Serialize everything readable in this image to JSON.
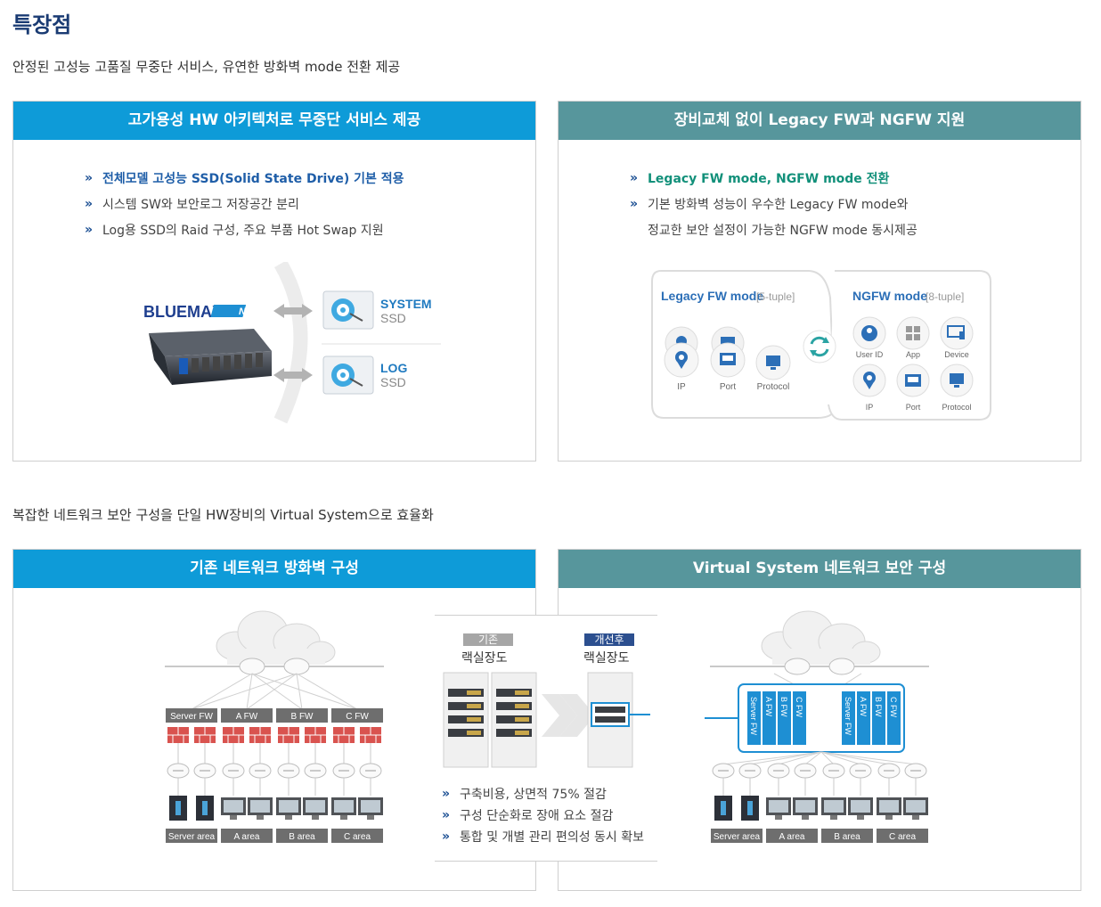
{
  "page": {
    "title": "특장점",
    "intro1": "안정된 고성능 고품질 무중단 서비스, 유연한 방화벽 mode 전환 제공",
    "intro2": "복잡한 네트워크 보안 구성을 단일 HW장비의 Virtual System으로 효율화"
  },
  "panel_ha": {
    "header": "고가용성 HW 아키텍처로 무중단 서비스 제공",
    "bullets": [
      "전체모델 고성능 SSD(Solid State Drive) 기본 적용",
      "시스템 SW와 보안로그 저장공간 분리",
      "Log용 SSD의 Raid 구성, 주요 부품 Hot Swap 지원"
    ],
    "logo": "BLUEMAX",
    "logo_badge": "NGF",
    "ssd1_line1": "SYSTEM",
    "ssd1_line2": "SSD",
    "ssd2_line1": "LOG",
    "ssd2_line2": "SSD"
  },
  "panel_mode": {
    "header": "장비교체 없이 Legacy FW과 NGFW 지원",
    "bullets": [
      "Legacy FW mode, NGFW mode 전환",
      "기본 방화벽 성능이 우수한 Legacy FW mode와",
      "정교한 보안 설정이 가능한 NGFW mode 동시제공"
    ],
    "legacy_title": "Legacy FW mode",
    "legacy_tuple": "[5-tuple]",
    "ngfw_title": "NGFW mode",
    "ngfw_tuple": "[8-tuple]",
    "legacy_icons": [
      "IP",
      "Port",
      "Protocol"
    ],
    "ngfw_icons_top": [
      "User ID",
      "App",
      "Device"
    ],
    "ngfw_icons_bottom": [
      "IP",
      "Port",
      "Protocol"
    ]
  },
  "panel_legacy_net": {
    "header": "기존 네트워크 방화벽 구성",
    "fw_labels": [
      "Server FW",
      "A FW",
      "B FW",
      "C FW"
    ],
    "area_labels": [
      "Server area",
      "A area",
      "B area",
      "C area"
    ]
  },
  "panel_virtual": {
    "header": "Virtual System 네트워크 보안 구성",
    "vfw_labels": [
      "Server FW",
      "A FW",
      "B FW",
      "C FW"
    ],
    "area_labels": [
      "Server area",
      "A area",
      "B area",
      "C area"
    ]
  },
  "middle": {
    "before_tag": "기존",
    "before_label": "랙실장도",
    "after_tag": "개선후",
    "after_label": "랙실장도",
    "bullets": [
      "구축비용, 상면적 75% 절감",
      "구성 단순화로 장애 요소 절감",
      "통합 및 개별 관리 편의성 동시 확보"
    ]
  },
  "colors": {
    "blue_header": "#0e9bd8",
    "teal_header": "#57969c",
    "title": "#1a3b73"
  }
}
